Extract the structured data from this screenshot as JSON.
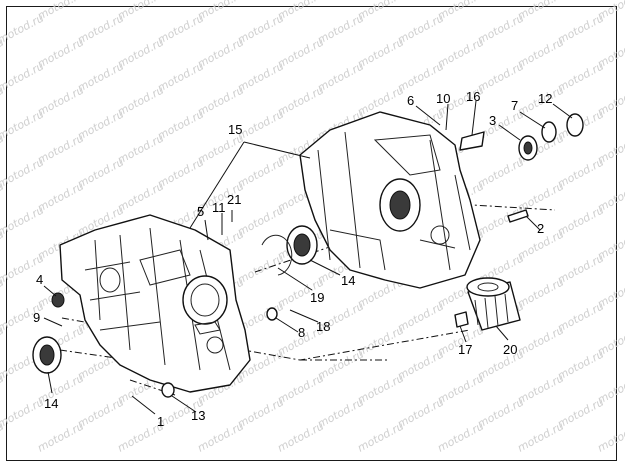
{
  "watermark": "motod.ru",
  "callouts": [
    "1",
    "2",
    "3",
    "4",
    "5",
    "6",
    "7",
    "8",
    "9",
    "10",
    "11",
    "12",
    "13",
    "14",
    "14",
    "15",
    "16",
    "17",
    "18",
    "19",
    "20",
    "21"
  ]
}
